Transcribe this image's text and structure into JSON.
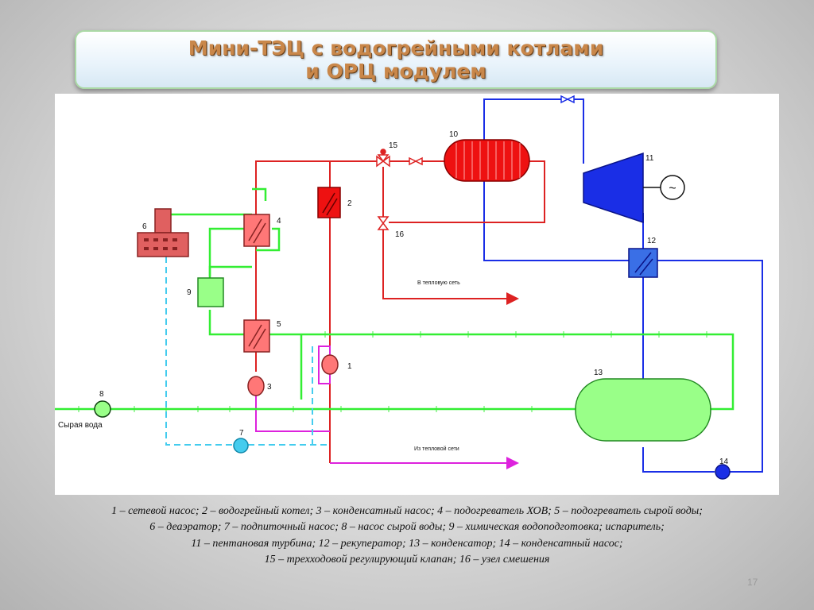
{
  "title": {
    "line1": "Мини-ТЭЦ с  водогрейными котлами",
    "line2": "и ОРЦ модулем"
  },
  "diagram": {
    "labels": {
      "n1": "1",
      "n2": "2",
      "n3": "3",
      "n4": "4",
      "n5": "5",
      "n6": "6",
      "n7": "7",
      "n8": "8",
      "n9": "9",
      "n10": "10",
      "n11": "11",
      "n12": "12",
      "n13": "13",
      "n14": "14",
      "n15": "15",
      "n16": "16",
      "to_heat_network": "В тепловую сеть",
      "from_heat_network": "Из тепловой сети",
      "raw_water": "Сырая вода",
      "generator_symbol": "~"
    },
    "colors": {
      "hot_water": "#dd2222",
      "return_water": "#dd22dd",
      "raw_water": "#33ee33",
      "makeup_water": "#44ccee",
      "orc_loop": "#1a2ee6",
      "boiler": "#ee1111",
      "heat_exchanger": "#ff7777",
      "deaerator": "#e06060",
      "chem_treatment": "#99ff88",
      "condenser": "#99ff88",
      "turbine": "#1a2ee6"
    }
  },
  "legend": {
    "line1": "1 – сетевой насос; 2 – водогрейный котел; 3 – конденсатный насос; 4 – подогреватель ХОВ; 5 – подогреватель сырой воды;",
    "line2": "6 – деаэратор; 7 – подпиточный насос; 8 – насос сырой воды; 9 – химическая водоподготовка; испаритель;",
    "line3": "11 – пентановая турбина; 12 – рекуператор; 13 – конденсатор; 14 – конденсатный насос;",
    "line4": "15 – трехходовой регулирующий клапан; 16 – узел смешения"
  },
  "page_number": "17"
}
